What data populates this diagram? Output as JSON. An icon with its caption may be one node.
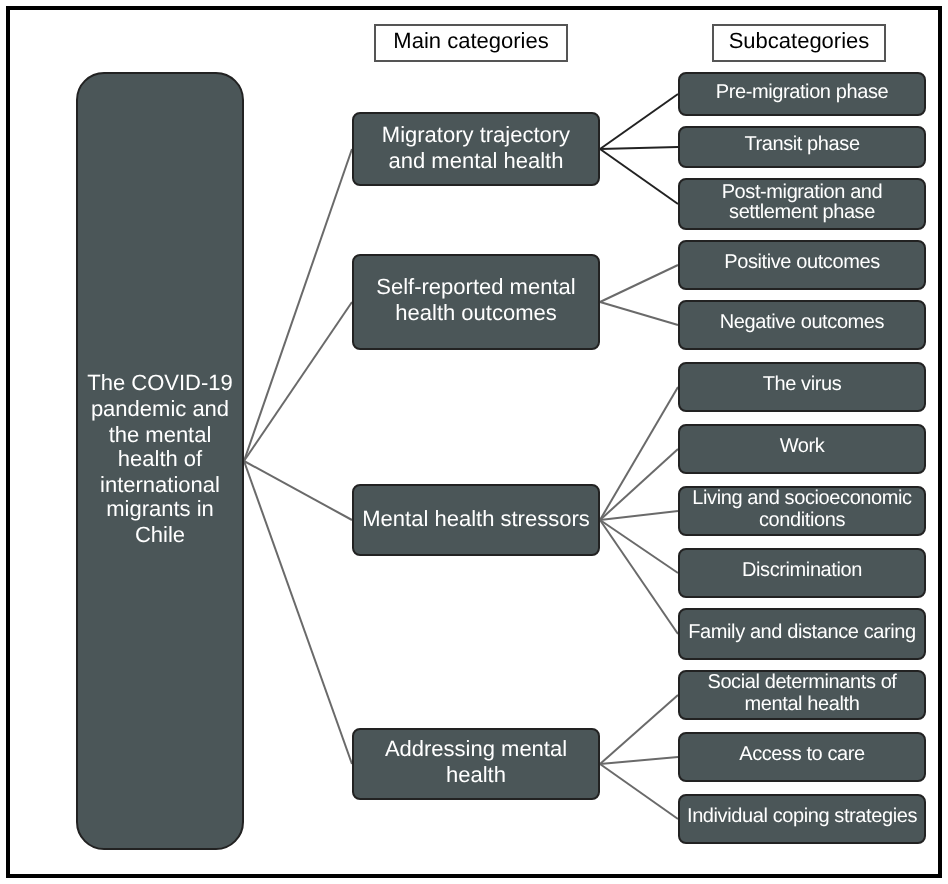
{
  "diagram": {
    "nodes": [
      {
        "text": [
          "Main categories"
        ]
      },
      {
        "text": [
          "Subcategories"
        ]
      },
      {
        "text": [
          "The COVID-19 pandemic and the mental health of international migrants in Chile"
        ]
      },
      {
        "text": [
          "Migratory trajectory and mental health"
        ]
      },
      {
        "text": [
          "Self-reported mental health outcomes"
        ]
      },
      {
        "text": [
          "Mental health stressors"
        ]
      },
      {
        "text": [
          "Addressing mental health"
        ]
      },
      {
        "text": [
          "Pre-migration phase"
        ]
      },
      {
        "text": [
          "Transit phase"
        ]
      },
      {
        "text": [
          "Post-migration and settlement phase"
        ]
      },
      {
        "text": [
          "Positive outcomes"
        ]
      },
      {
        "text": [
          "Negative outcomes"
        ]
      },
      {
        "text": [
          "The virus"
        ]
      },
      {
        "text": [
          "Work"
        ]
      },
      {
        "text": [
          "Living and socioeconomic conditions"
        ]
      },
      {
        "text": [
          "Discrimination"
        ]
      },
      {
        "text": [
          "Family and distance caring"
        ]
      },
      {
        "text": [
          "Social determinants of mental health"
        ]
      },
      {
        "text": [
          "Access to care"
        ]
      },
      {
        "text": [
          "Individual coping strategies"
        ]
      }
    ],
    "edges": [
      {
        "from": 2,
        "to": 3,
        "arrow": "none"
      },
      {
        "from": 2,
        "to": 4,
        "arrow": "none"
      },
      {
        "from": 2,
        "to": 5,
        "arrow": "none"
      },
      {
        "from": 2,
        "to": 6,
        "arrow": "none"
      },
      {
        "from": 3,
        "to": 7,
        "arrow": "none"
      },
      {
        "from": 3,
        "to": 8,
        "arrow": "none"
      },
      {
        "from": 3,
        "to": 9,
        "arrow": "none"
      },
      {
        "from": 4,
        "to": 10,
        "arrow": "none"
      },
      {
        "from": 4,
        "to": 11,
        "arrow": "none"
      },
      {
        "from": 5,
        "to": 12,
        "arrow": "none"
      },
      {
        "from": 5,
        "to": 13,
        "arrow": "none"
      },
      {
        "from": 5,
        "to": 14,
        "arrow": "none"
      },
      {
        "from": 5,
        "to": 15,
        "arrow": "none"
      },
      {
        "from": 5,
        "to": 16,
        "arrow": "none"
      },
      {
        "from": 6,
        "to": 17,
        "arrow": "none"
      },
      {
        "from": 6,
        "to": 18,
        "arrow": "none"
      },
      {
        "from": 6,
        "to": 19,
        "arrow": "none"
      }
    ]
  }
}
